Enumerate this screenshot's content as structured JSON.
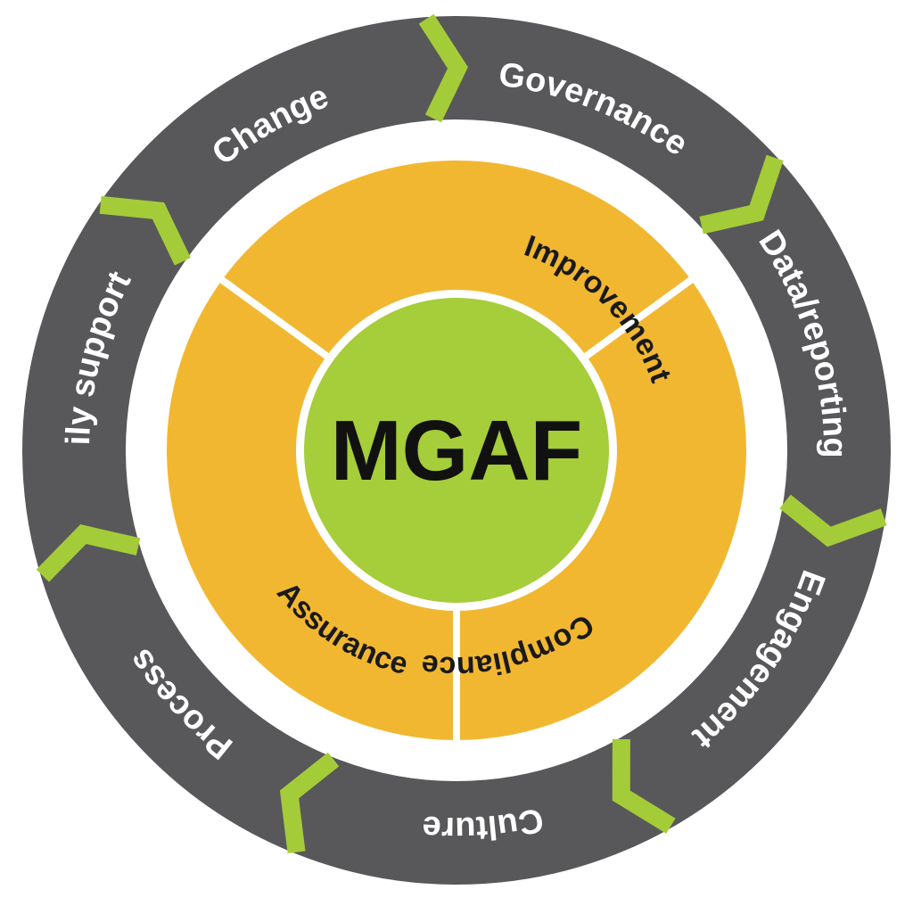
{
  "center": {
    "label": "MGAF"
  },
  "inner_ring": [
    {
      "label": "Improvement"
    },
    {
      "label": "Compliance"
    },
    {
      "label": "Assurance"
    }
  ],
  "outer_ring": [
    {
      "label": "Governance"
    },
    {
      "label": "Data/reporting"
    },
    {
      "label": "Engagement"
    },
    {
      "label": "Culture"
    },
    {
      "label": "Process"
    },
    {
      "label": "Family support"
    },
    {
      "label": "Change"
    }
  ],
  "colors": {
    "outer_ring": "#58585a",
    "chevron": "#a4cc38",
    "inner_ring": "#f2b731",
    "center": "#a6cd3a"
  }
}
